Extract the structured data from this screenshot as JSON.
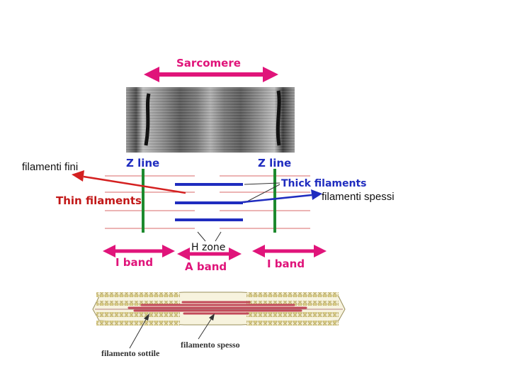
{
  "labels": {
    "sarcomere": "Sarcomere",
    "z_line_left": "Z line",
    "z_line_right": "Z line",
    "thick_filaments": "Thick filaments",
    "thin_filaments": "Thin filaments",
    "h_zone": "H zone",
    "i_band_left": "I band",
    "a_band": "A band",
    "i_band_right": "I band",
    "filamento_sottile": "filamento sottile",
    "filamento_spesso": "filamento spesso"
  },
  "overlay_labels": {
    "filamenti_fini": "filamenti fini",
    "filamenti_spessi": "filamenti spessi"
  },
  "colors": {
    "pink": "#e0147a",
    "blue": "#1f2cbf",
    "red": "#c21818",
    "green": "#1e8a2e",
    "thin_line": "#d96a6a",
    "micrograph": "#7c7c7c",
    "bead": "#d8cc86",
    "myosin": "#c24a5a"
  },
  "icons": {
    "arrows": "double-headed-arrow"
  }
}
